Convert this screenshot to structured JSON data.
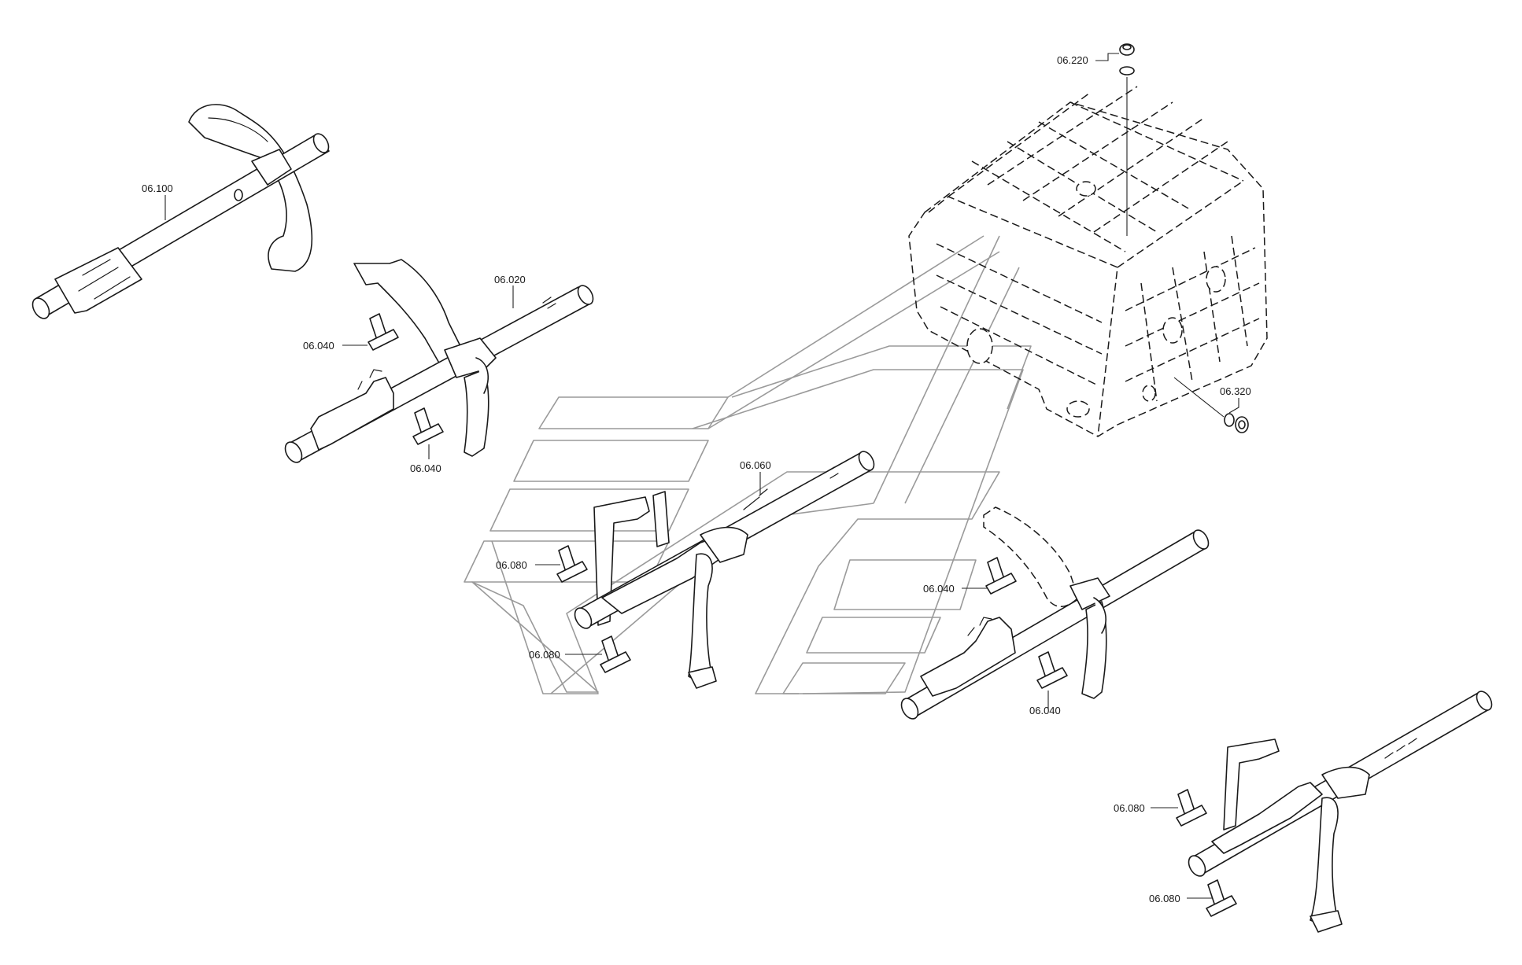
{
  "labels": {
    "c06_100": "06.100",
    "c06_020": "06.020",
    "c06_040_a": "06.040",
    "c06_040_b": "06.040",
    "c06_060": "06.060",
    "c06_080_a": "06.080",
    "c06_080_b": "06.080",
    "c06_040_c": "06.040",
    "c06_040_d": "06.040",
    "c06_080_c": "06.080",
    "c06_080_d": "06.080",
    "c06_220": "06.220",
    "c06_320": "06.320"
  },
  "colors": {
    "line": "#1a1a1a",
    "watermark": "#9a9a9a",
    "background": "#ffffff"
  }
}
